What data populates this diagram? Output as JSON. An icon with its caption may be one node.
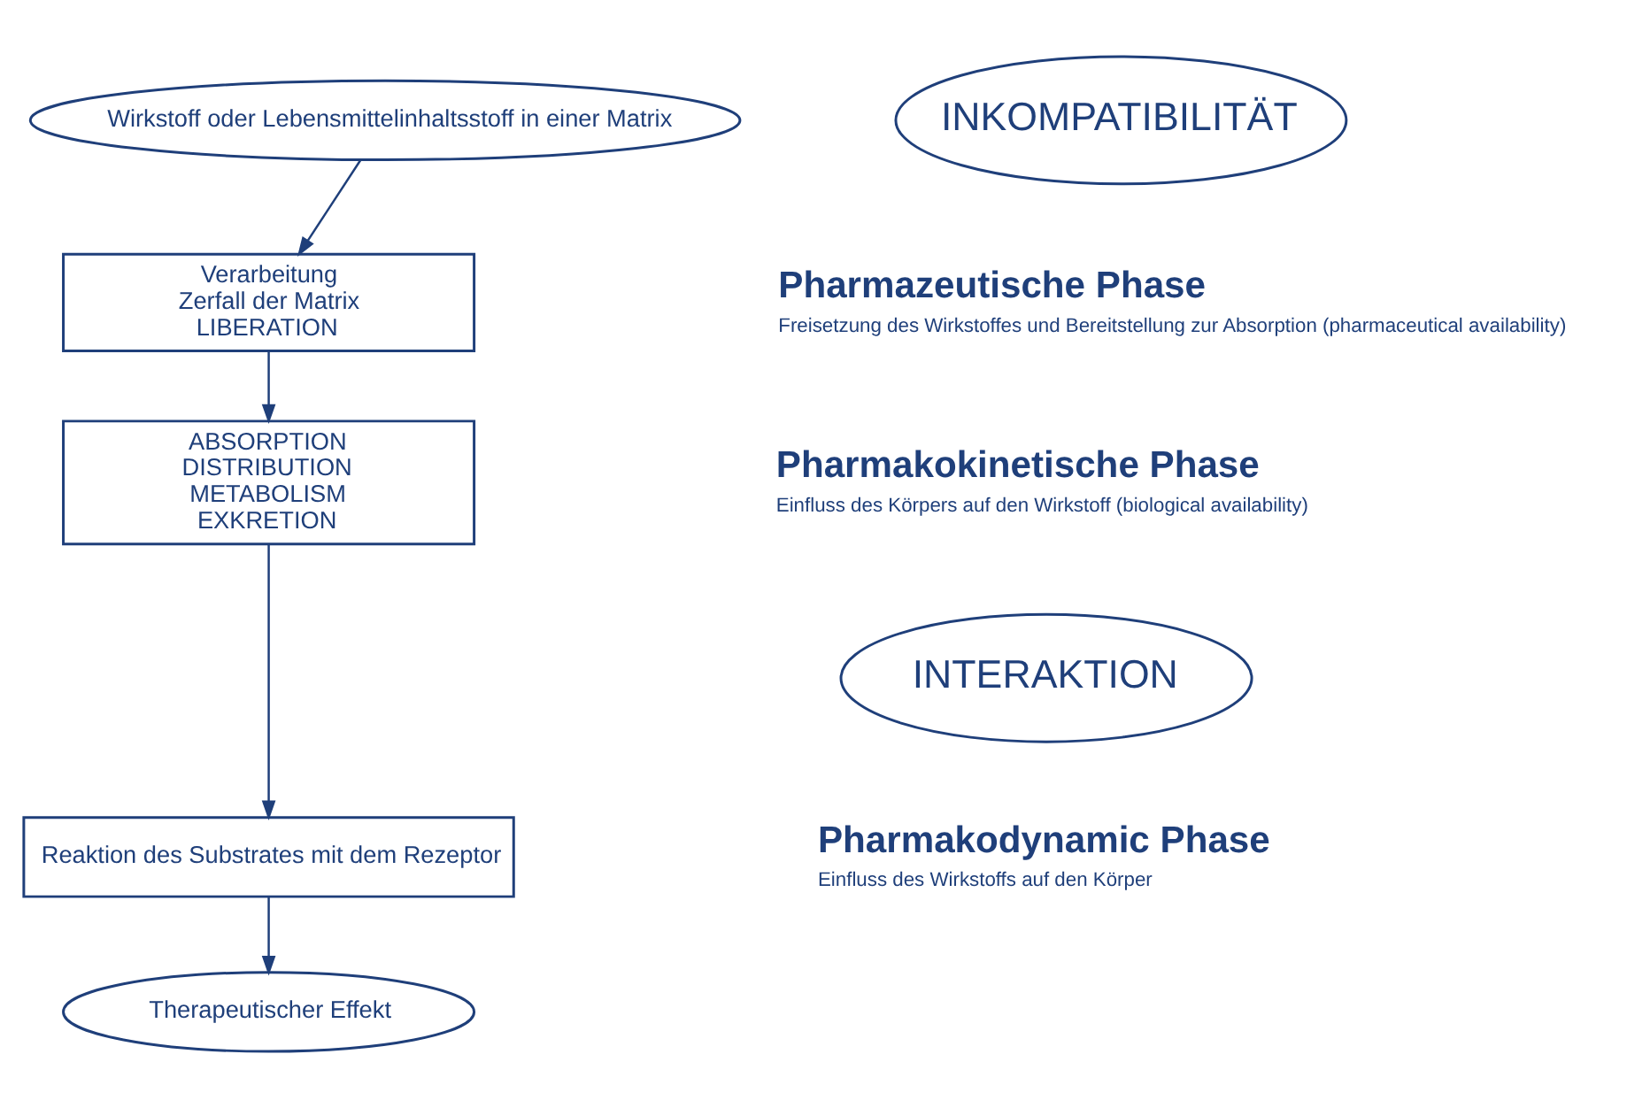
{
  "diagram": {
    "nodes": [
      {
        "text": [
          "Wirkstoff oder Lebensmittelinhaltsstoff in einer Matrix"
        ]
      },
      {
        "text": [
          "Verarbeitung",
          "Zerfall der Matrix",
          "LIBERATION"
        ]
      },
      {
        "text": [
          "ABSORPTION",
          "DISTRIBUTION",
          "METABOLISM",
          "EXKRETION"
        ]
      },
      {
        "text": [
          "Reaktion des Substrates mit dem Rezeptor"
        ]
      },
      {
        "text": [
          "Therapeutischer Effekt"
        ]
      },
      {
        "text": [
          "INKOMPATIBILITÄT"
        ]
      },
      {
        "text": [
          "INTERAKTION"
        ]
      }
    ],
    "edges": [
      {
        "from": 0,
        "to": 1,
        "arrow": "to"
      },
      {
        "from": 1,
        "to": 2,
        "arrow": "to"
      },
      {
        "from": 2,
        "to": 3,
        "arrow": "to"
      },
      {
        "from": 3,
        "to": 4,
        "arrow": "to"
      }
    ],
    "labels": [
      "Pharmazeutische Phase",
      "Freisetzung des Wirkstoffes und Bereitstellung zur Absorption (pharmaceutical availability)",
      "Pharmakokinetische Phase",
      "Einfluss des Körpers auf den Wirkstoff (biological availability)",
      "Pharmakodynamic Phase",
      "Einfluss des Wirkstoffs auf den Körper"
    ]
  }
}
